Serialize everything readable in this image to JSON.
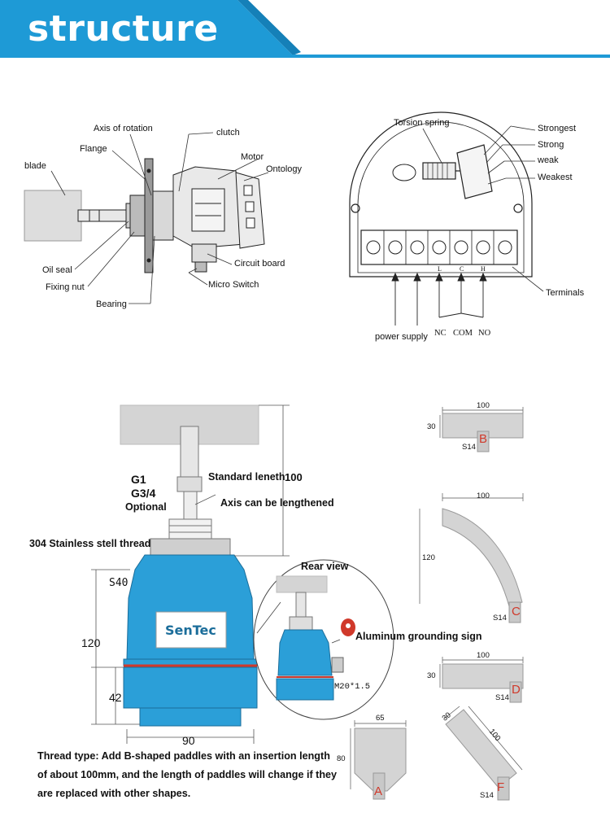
{
  "header": {
    "title": "structure"
  },
  "mechanism": {
    "axis_of_rotation": "Axis of rotation",
    "clutch": "clutch",
    "flange": "Flange",
    "motor": "Motor",
    "blade": "blade",
    "ontology": "Ontology",
    "oil_seal": "Oil seal",
    "circuit_board": "Circuit board",
    "fixing_nut": "Fixing nut",
    "micro_switch": "Micro Switch",
    "bearing": "Bearing"
  },
  "terminal_board": {
    "torsion_spring": "Torsion spring",
    "strongest": "Strongest",
    "strong": "Strong",
    "weak": "weak",
    "weakest": "Weakest",
    "terminals": "Terminals",
    "power_supply": "power supply",
    "terminal_l": "L",
    "terminal_c": "C",
    "terminal_h": "H",
    "nc": "NC",
    "com": "COM",
    "no": "NO"
  },
  "dimension_drawing": {
    "standard_length": "Standard leneth",
    "standard_length_value": "100",
    "g1": "G1",
    "g34": "G3/4",
    "optional": "Optional",
    "axis_lengthened": "Axis can be lengthened",
    "stainless_thread": "304 Stainless stell thread",
    "s40": "S40",
    "height_120": "120",
    "height_42": "42",
    "width_90": "90",
    "brand": "SenTec",
    "rear_view": "Rear view",
    "grounding_sign": "Aluminum grounding sign",
    "m20": "M20*1.5"
  },
  "paddles": {
    "b": {
      "letter": "B",
      "width": "100",
      "height": "30",
      "shaft": "S14"
    },
    "c": {
      "letter": "C",
      "width": "100",
      "height": "120",
      "shaft": "S14"
    },
    "d": {
      "letter": "D",
      "width": "100",
      "height": "30",
      "shaft": "S14"
    },
    "a": {
      "letter": "A",
      "width": "65",
      "height": "80"
    },
    "f": {
      "letter": "F",
      "width": "30",
      "length": "100",
      "shaft": "S14"
    }
  },
  "note": "Thread type: Add B-shaped paddles with an insertion length of about 100mm, and the length of paddles will change if they are replaced with other shapes.",
  "colors": {
    "header_blue": "#1e9ad6",
    "housing_blue": "#2b9fd8",
    "paddle_gray": "#d4d4d4",
    "letter_red": "#d0392b"
  }
}
